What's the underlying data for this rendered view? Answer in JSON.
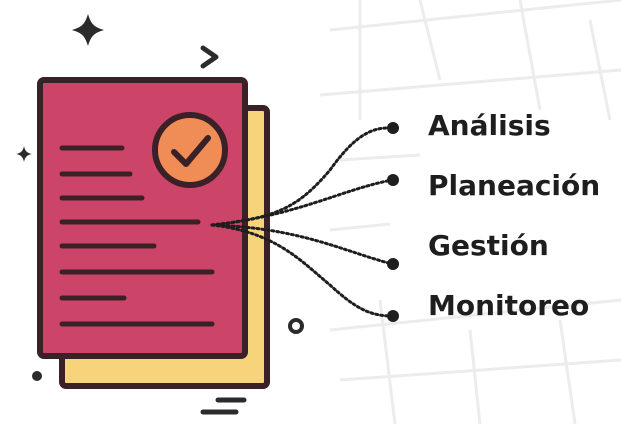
{
  "colors": {
    "document_front": "#cc4468",
    "document_back": "#f7d37b",
    "check_circle": "#f08c55",
    "outline": "#3a2128",
    "connector": "#1e1e1e",
    "map_lines": "#ececec"
  },
  "icons": [
    "document-icon",
    "check-circle-icon",
    "sparkle-icon",
    "chevron-icon",
    "circle-icon"
  ],
  "items": [
    {
      "label": "Análisis"
    },
    {
      "label": "Planeación"
    },
    {
      "label": "Gestión"
    },
    {
      "label": "Monitoreo"
    }
  ]
}
